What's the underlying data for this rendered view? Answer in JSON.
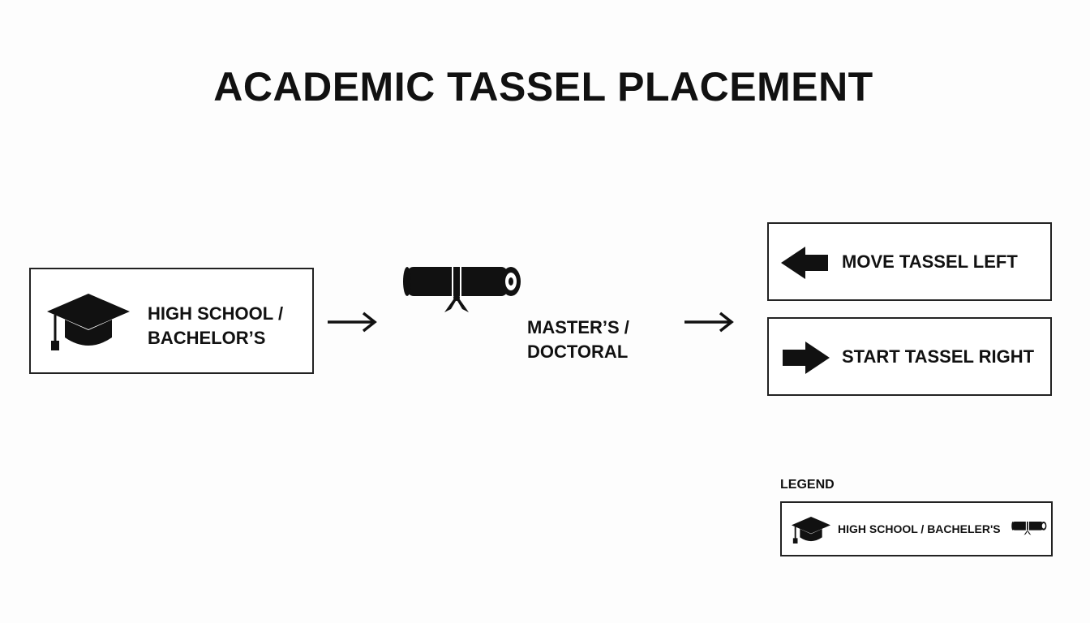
{
  "title": "ACADEMIC TASSEL PLACEMENT",
  "stages": {
    "high_school": {
      "label_line1": "HIGH SCHOOL /",
      "label_line2": "BACHELOR’S",
      "icon": "graduation-cap-icon"
    },
    "masters": {
      "label_line1": "MASTER’S /",
      "label_line2": "DOCTORAL",
      "icon": "diploma-scroll-icon"
    }
  },
  "rules": {
    "left": {
      "label": "MOVE TASSEL LEFT",
      "icon": "arrow-left-icon"
    },
    "right": {
      "label": "START TASSEL RIGHT",
      "icon": "arrow-right-icon"
    }
  },
  "legend": {
    "title": "LEGEND",
    "label": "HIGH SCHOOL / BACHELER'S",
    "icons": [
      "graduation-cap-icon",
      "diploma-scroll-icon"
    ]
  },
  "colors": {
    "ink": "#111111",
    "background": "#fdfdfd",
    "border": "#222222"
  }
}
